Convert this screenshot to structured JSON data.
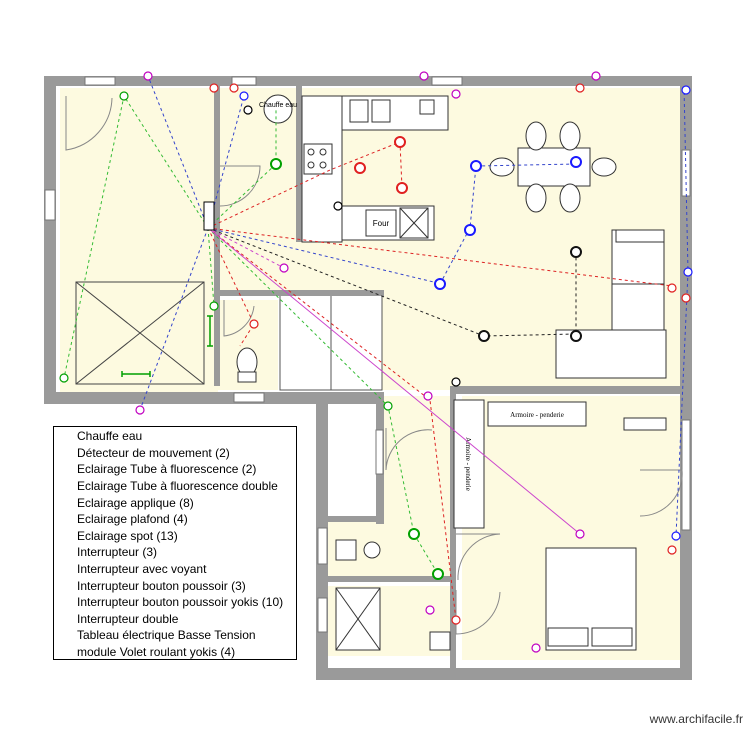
{
  "plan": {
    "room_labels": {
      "water_heater": "Chauffe eau",
      "oven": "Four",
      "wardrobe_bedroom": "Armoire - penderie",
      "wardrobe_hall": "Armoire - penderie"
    }
  },
  "legend": {
    "items": [
      {
        "label": "Chauffe eau",
        "icon": "water-heater-icon",
        "color": "#000000"
      },
      {
        "label": "Détecteur de mouvement (2)",
        "icon": "motion-detector-icon",
        "color": "#1a1aff"
      },
      {
        "label": "Eclairage Tube à fluorescence (2)",
        "icon": "fluorescent-tube-icon",
        "color": "#00a000"
      },
      {
        "label": "Eclairage Tube à fluorescence double",
        "icon": "double-fluorescent-tube-icon",
        "color": "#00a000"
      },
      {
        "label": "Eclairage applique (8)",
        "icon": "wall-light-icon",
        "color": "#e02020"
      },
      {
        "label": "Eclairage plafond (4)",
        "icon": "ceiling-light-icon",
        "color": "#c000c0"
      },
      {
        "label": "Eclairage spot (13)",
        "icon": "spot-light-icon",
        "color": "#00a000"
      },
      {
        "label": "Interrupteur (3)",
        "icon": "switch-icon",
        "color": "#000000"
      },
      {
        "label": "Interrupteur avec voyant",
        "icon": "switch-indicator-icon",
        "color": "#1a1aff"
      },
      {
        "label": "Interrupteur bouton poussoir (3)",
        "icon": "push-button-switch-icon",
        "color": "#00a000"
      },
      {
        "label": "Interrupteur bouton poussoir yokis (10)",
        "icon": "yokis-push-button-icon",
        "color": "#c000c0"
      },
      {
        "label": "Interrupteur double",
        "icon": "double-switch-icon",
        "color": "#000000"
      },
      {
        "label": "Tableau électrique Basse Tension",
        "icon": "electrical-panel-icon",
        "color": "#000000"
      },
      {
        "label": "module Volet roulant yokis (4)",
        "icon": "shutter-module-icon",
        "color": "#1a1aff"
      }
    ]
  },
  "watermark": "www.archifacile.fr"
}
